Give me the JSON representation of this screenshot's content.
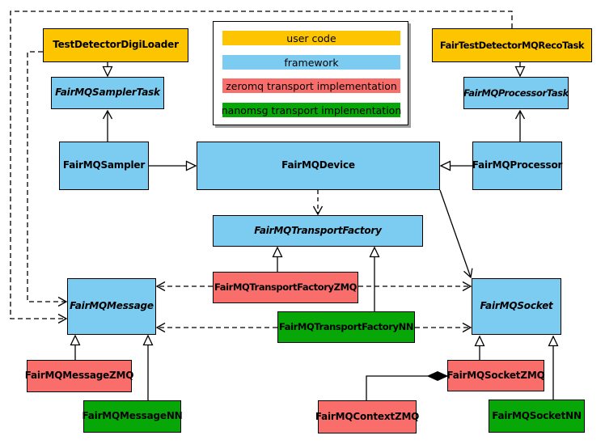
{
  "palette": {
    "user_code": "#FDC500",
    "framework": "#7CCCF2",
    "zeromq": "#F96E6B",
    "nanomsg": "#07A707",
    "line": "#000000",
    "canvas": "#FFFFFF",
    "legend_shadow": "#9E9E9E"
  },
  "legend": {
    "items": [
      {
        "id": "user-code",
        "label": "user code"
      },
      {
        "id": "framework",
        "label": "framework"
      },
      {
        "id": "zeromq",
        "label": "zeromq transport implementation"
      },
      {
        "id": "nanomsg",
        "label": "nanomsg transport implementation"
      }
    ]
  },
  "nodes": {
    "testDetectorDigiLoader": {
      "label": "TestDetectorDigiLoader",
      "category": "user code",
      "abstract": false
    },
    "fairMQSamplerTask": {
      "label": "FairMQSamplerTask",
      "category": "framework",
      "abstract": true
    },
    "fairTestDetectorMQRecoTask": {
      "label": "FairTestDetectorMQRecoTask",
      "category": "user code",
      "abstract": false
    },
    "fairMQProcessorTask": {
      "label": "FairMQProcessorTask",
      "category": "framework",
      "abstract": true
    },
    "fairMQSampler": {
      "label": "FairMQSampler",
      "category": "framework",
      "abstract": false
    },
    "fairMQDevice": {
      "label": "FairMQDevice",
      "category": "framework",
      "abstract": false
    },
    "fairMQProcessor": {
      "label": "FairMQProcessor",
      "category": "framework",
      "abstract": false
    },
    "fairMQTransportFactory": {
      "label": "FairMQTransportFactory",
      "category": "framework",
      "abstract": true
    },
    "fairMQTransportFactoryZMQ": {
      "label": "FairMQTransportFactoryZMQ",
      "category": "zeromq",
      "abstract": false
    },
    "fairMQTransportFactoryNN": {
      "label": "FairMQTransportFactoryNN",
      "category": "nanomsg",
      "abstract": false
    },
    "fairMQMessage": {
      "label": "FairMQMessage",
      "category": "framework",
      "abstract": true
    },
    "fairMQSocket": {
      "label": "FairMQSocket",
      "category": "framework",
      "abstract": true
    },
    "fairMQMessageZMQ": {
      "label": "FairMQMessageZMQ",
      "category": "zeromq",
      "abstract": false
    },
    "fairMQMessageNN": {
      "label": "FairMQMessageNN",
      "category": "nanomsg",
      "abstract": false
    },
    "fairMQContextZMQ": {
      "label": "FairMQContextZMQ",
      "category": "zeromq",
      "abstract": false
    },
    "fairMQSocketZMQ": {
      "label": "FairMQSocketZMQ",
      "category": "zeromq",
      "abstract": false
    },
    "fairMQSocketNN": {
      "label": "FairMQSocketNN",
      "category": "nanomsg",
      "abstract": false
    }
  },
  "edges": [
    {
      "from": "TestDetectorDigiLoader",
      "to": "FairMQSamplerTask",
      "relation": "inheritance",
      "style": "solid-hollow-triangle"
    },
    {
      "from": "FairTestDetectorMQRecoTask",
      "to": "FairMQProcessorTask",
      "relation": "inheritance",
      "style": "solid-hollow-triangle"
    },
    {
      "from": "FairMQSampler",
      "to": "FairMQSamplerTask",
      "relation": "association",
      "style": "solid-open-arrow"
    },
    {
      "from": "FairMQProcessor",
      "to": "FairMQProcessorTask",
      "relation": "association",
      "style": "solid-open-arrow"
    },
    {
      "from": "FairMQSampler",
      "to": "FairMQDevice",
      "relation": "inheritance",
      "style": "solid-hollow-triangle"
    },
    {
      "from": "FairMQProcessor",
      "to": "FairMQDevice",
      "relation": "inheritance",
      "style": "solid-hollow-triangle"
    },
    {
      "from": "FairMQDevice",
      "to": "FairMQTransportFactory",
      "relation": "dependency",
      "style": "dashed-open-arrow"
    },
    {
      "from": "FairMQDevice",
      "to": "FairMQSocket",
      "relation": "association",
      "style": "solid-open-arrow"
    },
    {
      "from": "FairMQTransportFactoryZMQ",
      "to": "FairMQTransportFactory",
      "relation": "inheritance",
      "style": "solid-hollow-triangle"
    },
    {
      "from": "FairMQTransportFactoryNN",
      "to": "FairMQTransportFactory",
      "relation": "inheritance",
      "style": "solid-hollow-triangle"
    },
    {
      "from": "FairMQTransportFactoryZMQ",
      "to": "FairMQMessage",
      "relation": "dependency",
      "style": "dashed-open-arrow"
    },
    {
      "from": "FairMQTransportFactoryZMQ",
      "to": "FairMQSocket",
      "relation": "dependency",
      "style": "dashed-open-arrow"
    },
    {
      "from": "FairMQTransportFactoryNN",
      "to": "FairMQMessage",
      "relation": "dependency",
      "style": "dashed-open-arrow"
    },
    {
      "from": "FairMQTransportFactoryNN",
      "to": "FairMQSocket",
      "relation": "dependency",
      "style": "dashed-open-arrow"
    },
    {
      "from": "TestDetectorDigiLoader",
      "to": "FairMQMessage",
      "relation": "dependency",
      "style": "dashed-open-arrow"
    },
    {
      "from": "FairTestDetectorMQRecoTask",
      "to": "FairMQMessage",
      "relation": "dependency",
      "style": "dashed-open-arrow"
    },
    {
      "from": "FairMQMessageZMQ",
      "to": "FairMQMessage",
      "relation": "inheritance",
      "style": "solid-hollow-triangle"
    },
    {
      "from": "FairMQMessageNN",
      "to": "FairMQMessage",
      "relation": "inheritance",
      "style": "solid-hollow-triangle"
    },
    {
      "from": "FairMQSocketZMQ",
      "to": "FairMQSocket",
      "relation": "inheritance",
      "style": "solid-hollow-triangle"
    },
    {
      "from": "FairMQSocketNN",
      "to": "FairMQSocket",
      "relation": "inheritance",
      "style": "solid-hollow-triangle"
    },
    {
      "from": "FairMQSocketZMQ",
      "to": "FairMQContextZMQ",
      "relation": "composition",
      "style": "solid-filled-diamond"
    }
  ]
}
